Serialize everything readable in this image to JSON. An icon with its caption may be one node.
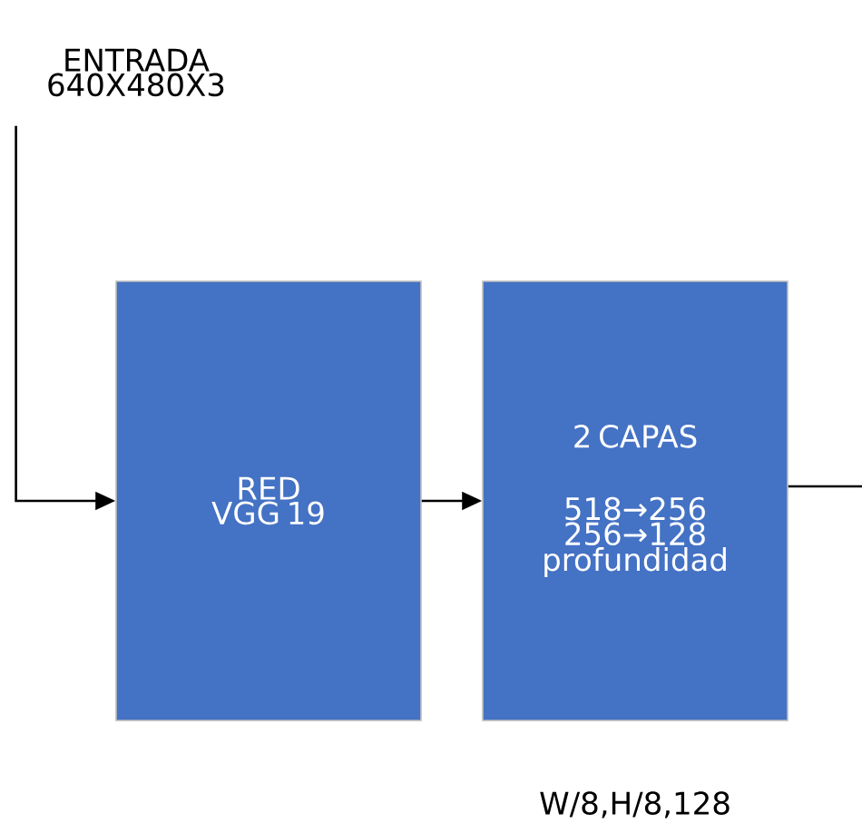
{
  "diagram": {
    "nodes": [
      {
        "text": [
          "ENTRADA 640X480X3"
        ]
      },
      {
        "text": [
          "RED VGG 19"
        ]
      },
      {
        "text": [
          "2 CAPAS",
          "518→256 256→128 profundidad"
        ],
        "beside": [
          "W/8,H/8,128"
        ]
      }
    ],
    "edges": [
      {
        "from": 0,
        "to": 1,
        "arrow": "to"
      },
      {
        "from": 1,
        "to": 2,
        "arrow": "to"
      },
      {
        "from": 2,
        "to": null,
        "arrow": "none"
      }
    ]
  }
}
